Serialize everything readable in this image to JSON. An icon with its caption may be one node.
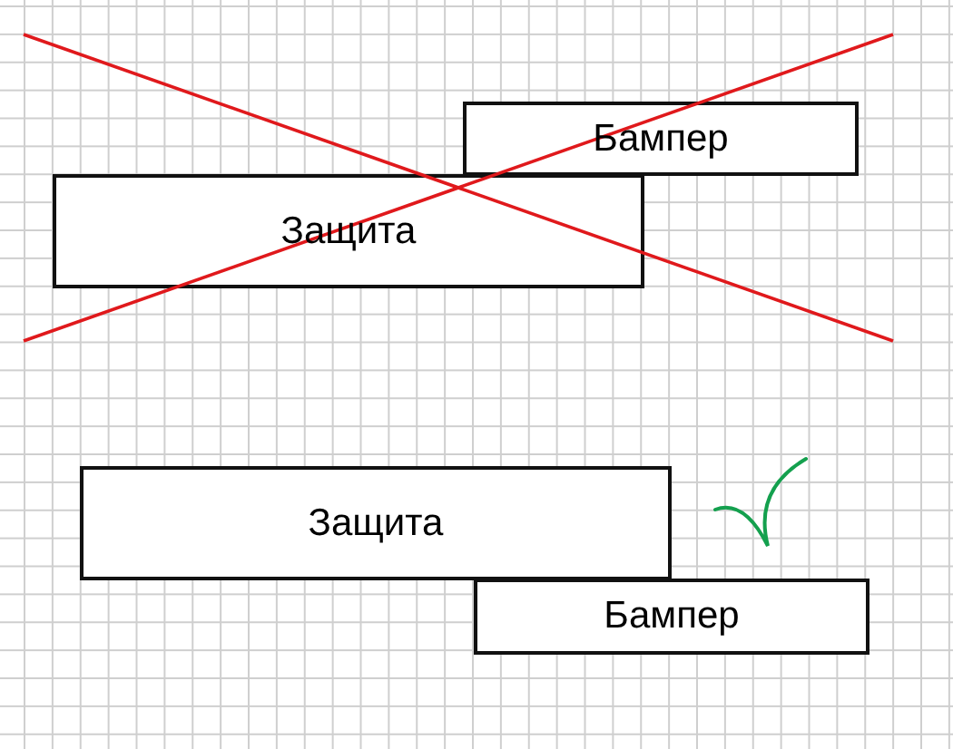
{
  "diagram": {
    "nodes": [
      {
        "text": [
          "Бампер"
        ]
      },
      {
        "text": [
          "Защита"
        ]
      },
      {
        "text": [
          "Защита"
        ]
      },
      {
        "text": [
          "Бампер"
        ]
      }
    ]
  }
}
